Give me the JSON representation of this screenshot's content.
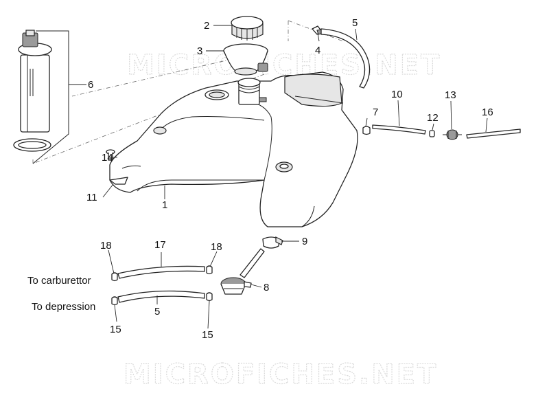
{
  "watermark": {
    "top": "MICROFICHES.NET",
    "bottom": "MICROFICHES.NET"
  },
  "callouts": {
    "c1": "1",
    "c2": "2",
    "c3": "3",
    "c4": "4",
    "c5a": "5",
    "c5b": "5",
    "c6": "6",
    "c7": "7",
    "c8": "8",
    "c9": "9",
    "c10": "10",
    "c11": "11",
    "c12": "12",
    "c13": "13",
    "c14": "14",
    "c15a": "15",
    "c15b": "15",
    "c16": "16",
    "c17": "17",
    "c18a": "18",
    "c18b": "18"
  },
  "notes": {
    "carburettor": "To carburettor",
    "depression": "To depression"
  }
}
